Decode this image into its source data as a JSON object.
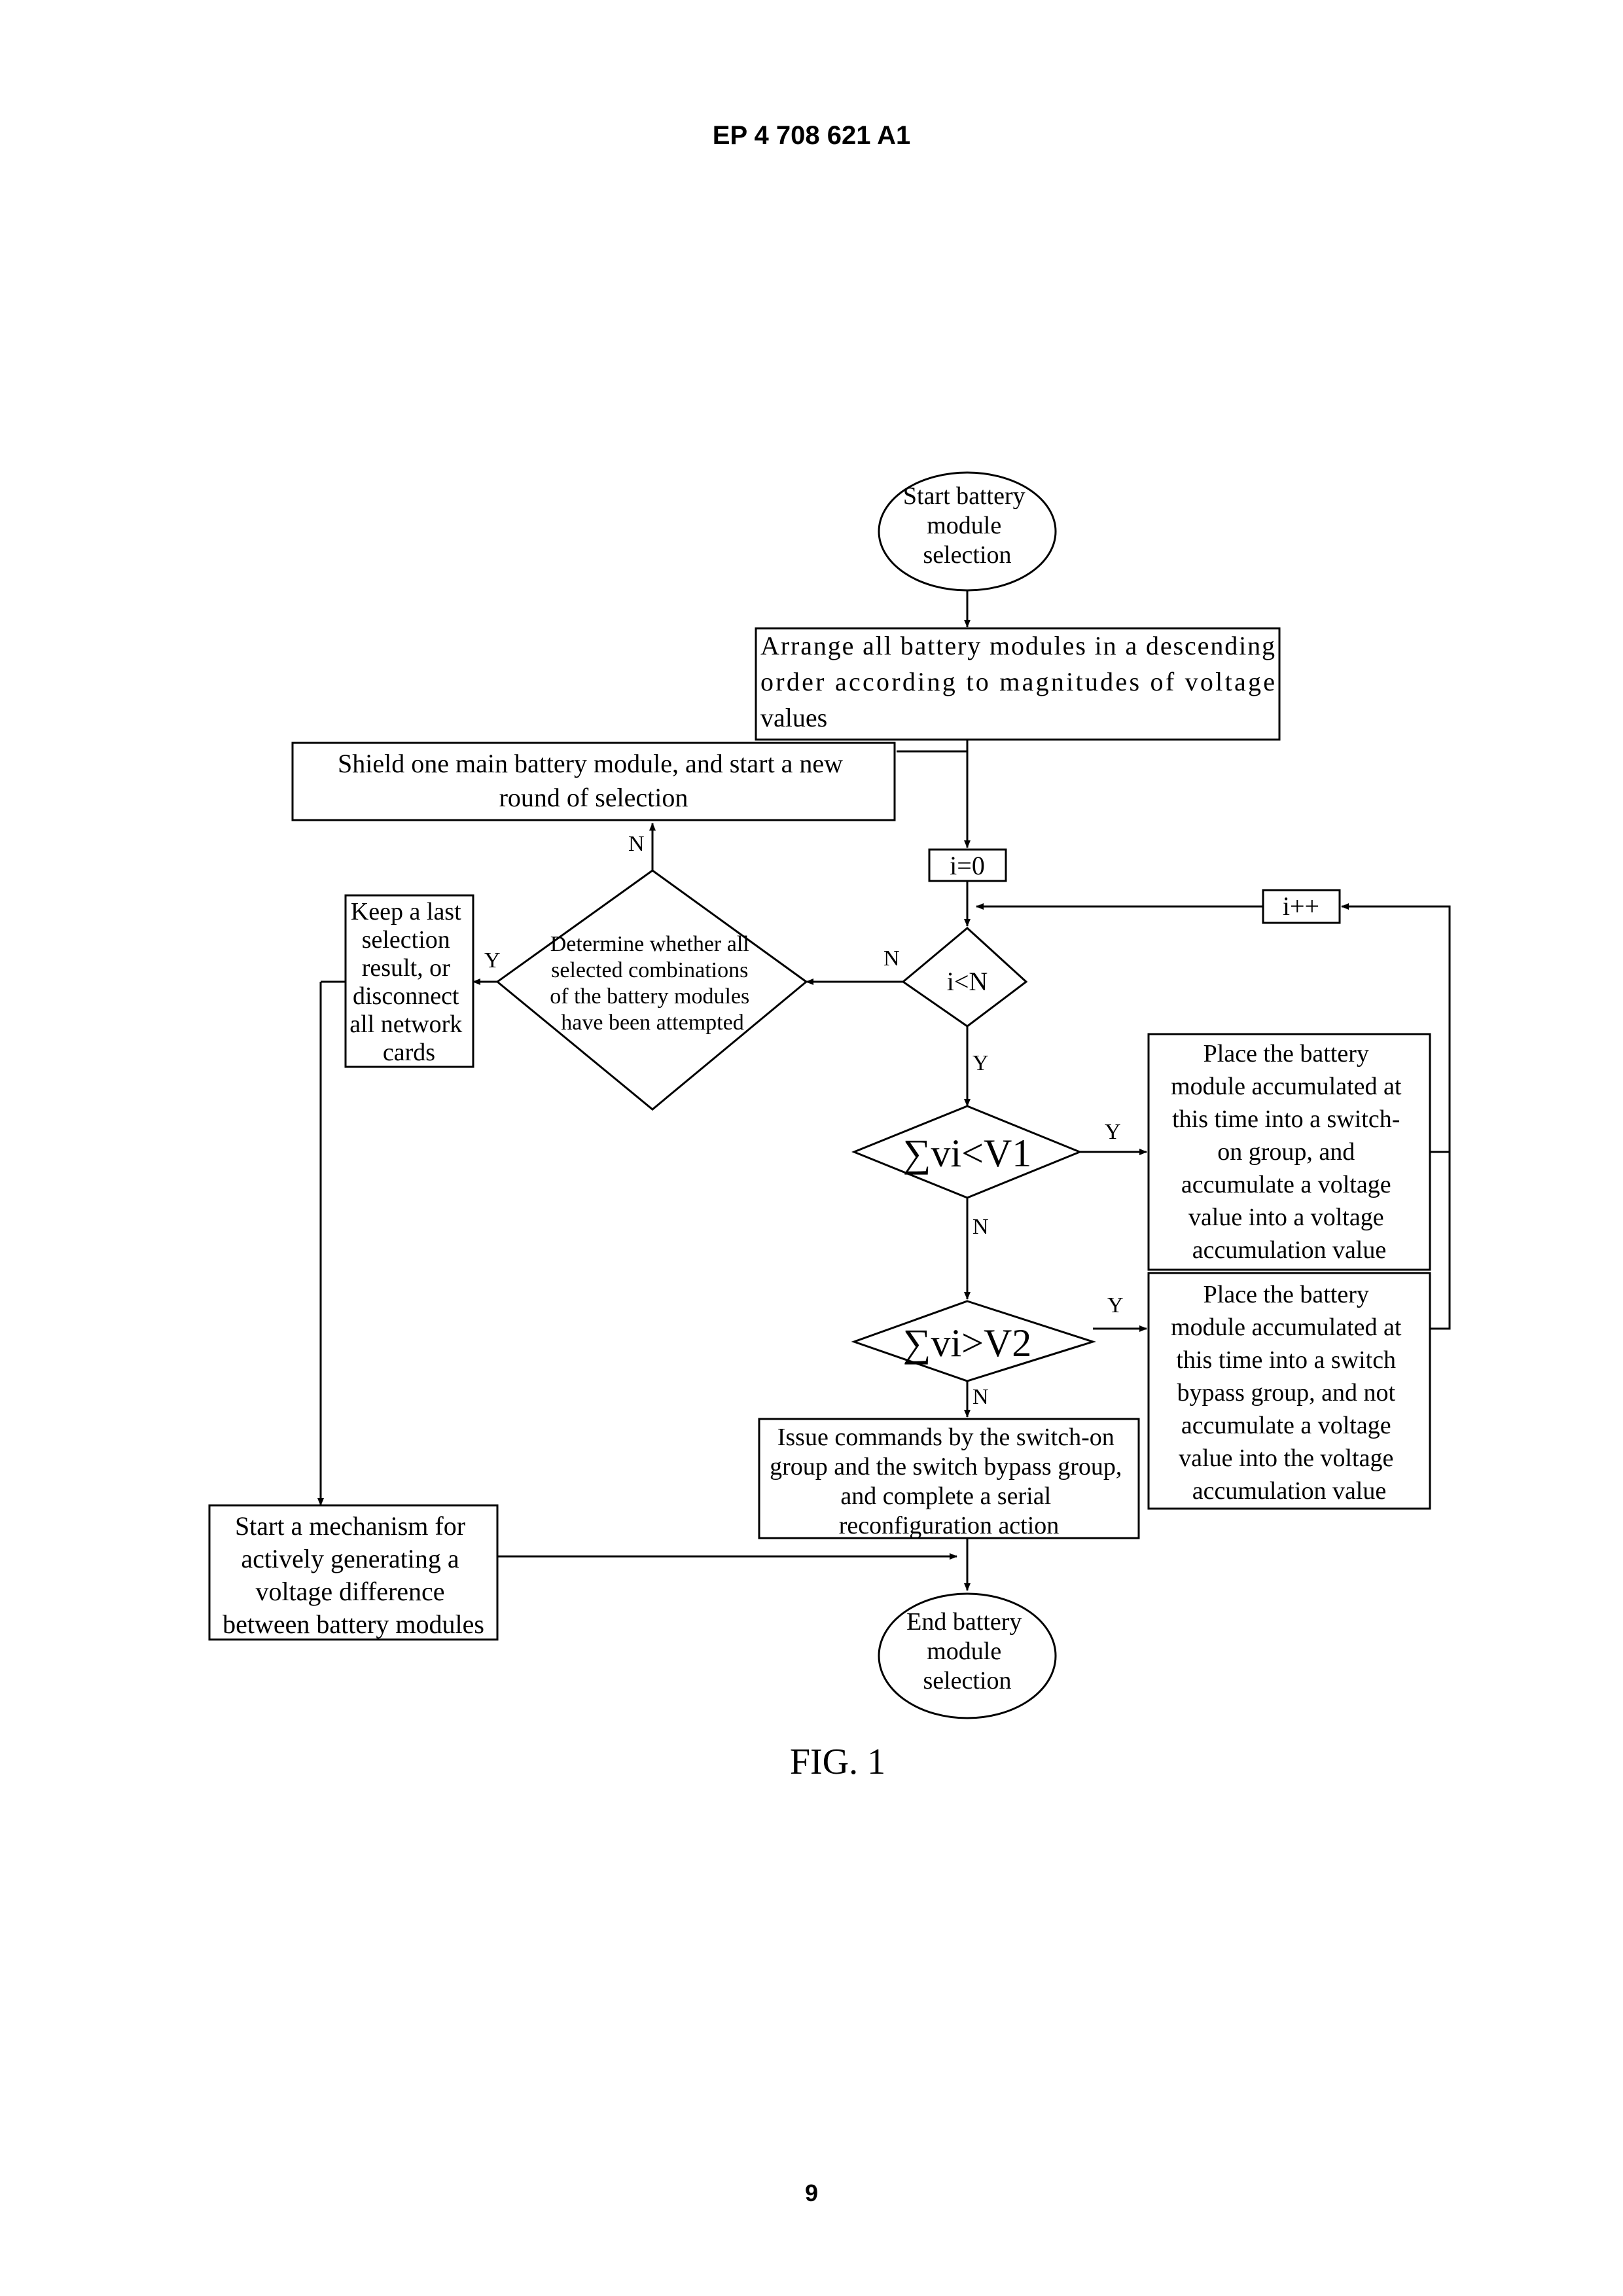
{
  "page": {
    "header": "EP 4 708 621 A1",
    "figure_caption": "FIG. 1",
    "page_number": "9"
  },
  "flowchart": {
    "start": [
      "Start battery",
      "module",
      "selection"
    ],
    "arrange": [
      "Arrange all battery modules in a descending",
      "order according to magnitudes of voltage",
      "values"
    ],
    "shield": [
      "Shield one main battery module, and start a new",
      "round of selection"
    ],
    "i_init": "i=0",
    "i_inc": "i++",
    "loop_cond": "i<N",
    "determine": [
      "Determine whether all",
      "selected combinations",
      "of the battery modules",
      "have been attempted"
    ],
    "keep": [
      "Keep a last",
      "selection",
      "result, or",
      "disconnect",
      "all network",
      "cards"
    ],
    "cond_v1": "∑vi<V1",
    "cond_v2": "∑vi>V2",
    "place_on": [
      "Place the battery",
      "module accumulated at",
      "this time into a switch-",
      "on group, and",
      "accumulate a voltage",
      "value into a voltage",
      "accumulation value"
    ],
    "place_bypass": [
      "Place the battery",
      "module accumulated at",
      "this time into a switch",
      "bypass group, and not",
      "accumulate a voltage",
      "value into the voltage",
      "accumulation value"
    ],
    "issue": [
      "Issue commands by the switch-on",
      "group and the switch bypass group,",
      "and complete a serial",
      "reconfiguration action"
    ],
    "mechanism": [
      "Start a mechanism for",
      "actively generating a",
      "voltage difference",
      "between battery modules"
    ],
    "end": [
      "End battery",
      "module",
      "selection"
    ],
    "labels": {
      "yes": "Y",
      "no": "N"
    }
  }
}
